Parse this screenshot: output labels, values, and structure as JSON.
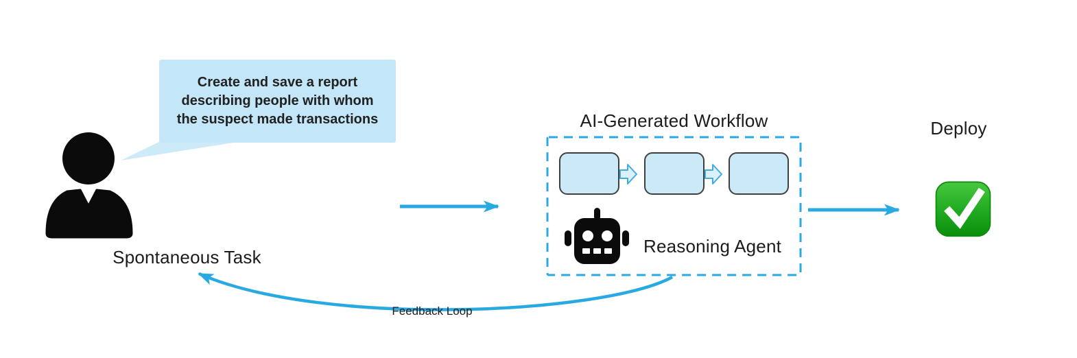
{
  "bubble": {
    "lines": [
      "Create and save a report",
      "describing people with whom",
      "the suspect made transactions"
    ]
  },
  "user": {
    "label": "Spontaneous Task"
  },
  "workflow": {
    "title": "AI-Generated Workflow",
    "agent_label": "Reasoning Agent",
    "step_count": 3
  },
  "deploy": {
    "label": "Deploy"
  },
  "feedback": {
    "label": "Feedback Loop"
  },
  "icons": {
    "person": "person-silhouette-icon",
    "robot": "robot-head-icon",
    "check": "white-check-mark-button-emoji",
    "step_connector": "block-arrow-right-icon"
  },
  "colors": {
    "arrow_blue": "#29a9e1",
    "bubble_bg": "#c3e6f8",
    "bubble_tail": "#cdeaf8",
    "step_fill": "#cce9f7",
    "step_border": "#3f3f3f",
    "block_arrow_fill": "#daf0fb",
    "block_arrow_stroke": "#45aadf",
    "dashed_border": "#29a9e1",
    "text": "#1c1c1c",
    "icon_black": "#0b0b0b",
    "check_green_top": "#47c83e",
    "check_green_bottom": "#0b8f0b"
  }
}
